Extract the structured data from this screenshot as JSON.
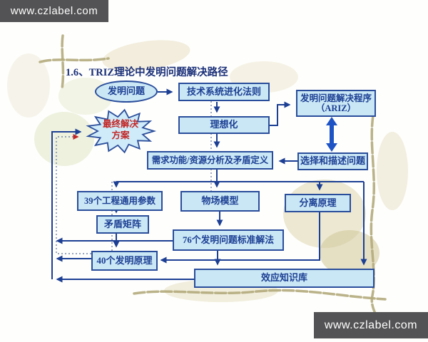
{
  "watermark_top": "www.czlabel.com",
  "watermark_bottom": "www.czlabel.com",
  "title": "1.6、TRIZ理论中发明问题解决路径",
  "nodes": {
    "invention_problem": "发明问题",
    "tech_evolution": "技术系统进化法则",
    "ariz_line1": "发明问题解决程序",
    "ariz_line2": "（ARIZ）",
    "idealization": "理想化",
    "requirements": "需求功能/资源分析及矛盾定义",
    "select_problem": "选择和描述问题",
    "final_line1": "最终解决",
    "final_line2": "方案",
    "params39": "39个工程通用参数",
    "su_field": "物场模型",
    "separation": "分离原理",
    "contradiction_matrix": "矛盾矩阵",
    "standard76": "76个发明问题标准解法",
    "principles40": "40个发明原理",
    "effects_kb": "效应知识库"
  },
  "colors": {
    "node_fill": "#cae7f5",
    "node_border": "#2a4d9b",
    "node_text": "#1c3f94",
    "arrow": "#1c3f94",
    "thick_arrow": "#1d53c5",
    "dotted_line": "#7585a8",
    "final_solution_text": "#c22525",
    "red_arrowhead": "#c22525",
    "watermark_bg": "#535355",
    "bamboo_decoration": "#b2aa7b"
  },
  "edges": [
    {
      "from": "发明问题",
      "to": "技术系统进化法则",
      "style": "solid"
    },
    {
      "from": "技术系统进化法则",
      "to": "理想化",
      "style": "solid"
    },
    {
      "from": "理想化",
      "to": "发明问题解决程序（ARIZ）",
      "style": "solid"
    },
    {
      "from": "发明问题解决程序（ARIZ）",
      "to": "选择和描述问题",
      "style": "thick-double"
    },
    {
      "from": "选择和描述问题",
      "to": "需求功能/资源分析及矛盾定义",
      "style": "solid"
    },
    {
      "from": "理想化",
      "to": "需求功能/资源分析及矛盾定义",
      "style": "solid+dotted"
    },
    {
      "from": "需求功能/资源分析及矛盾定义",
      "to": "39个工程通用参数",
      "style": "solid"
    },
    {
      "from": "需求功能/资源分析及矛盾定义",
      "to": "物场模型",
      "style": "solid"
    },
    {
      "from": "需求功能/资源分析及矛盾定义",
      "to": "分离原理",
      "style": "solid"
    },
    {
      "from": "需求功能/资源分析及矛盾定义",
      "to": "效应知识库",
      "style": "solid"
    },
    {
      "from": "39个工程通用参数",
      "to": "矛盾矩阵",
      "style": "solid"
    },
    {
      "from": "矛盾矩阵",
      "to": "40个发明原理",
      "style": "solid"
    },
    {
      "from": "物场模型",
      "to": "76个发明问题标准解法",
      "style": "solid"
    },
    {
      "from": "76个发明问题标准解法",
      "to": "效应知识库",
      "style": "solid"
    },
    {
      "from": "分离原理",
      "to": "40个发明原理",
      "style": "solid"
    },
    {
      "from": "76个发明问题标准解法",
      "to": "最终解决方案",
      "style": "solid-bus"
    },
    {
      "from": "40个发明原理",
      "to": "最终解决方案",
      "style": "solid-bus+dotted"
    },
    {
      "from": "效应知识库",
      "to": "最终解决方案",
      "style": "solid-bus"
    }
  ]
}
